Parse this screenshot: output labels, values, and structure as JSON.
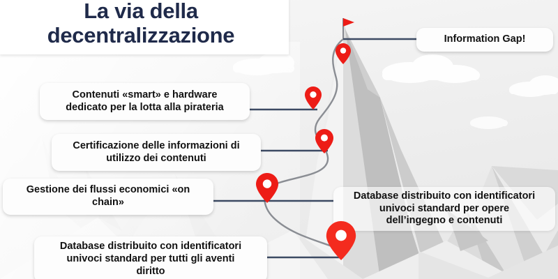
{
  "slide": {
    "title_line1": "La via della",
    "title_line2": "decentralizzazione",
    "accent_color": "#ED1C16",
    "title_color": "#1f2a4a",
    "connector_color": "#3c4a63",
    "background_color": "#f2f2f2"
  },
  "callouts": {
    "information_gap": "Information Gap!",
    "smart_content": {
      "line1": "Contenuti «smart» e hardware",
      "line2": "dedicato per la lotta alla pirateria"
    },
    "certification": {
      "line1": "Certificazione delle informazioni di",
      "line2": "utilizzo dei contenuti"
    },
    "economic_flows": {
      "line1": "Gestione dei flussi economici «on",
      "line2": "chain»"
    },
    "database_left": {
      "line1": "Database distribuito con identificatori",
      "line2": "univoci standard per tutti gli aventi",
      "line3": "diritto"
    },
    "database_right": {
      "line1": "Database distribuito con identificatori",
      "line2": "univoci standard per opere",
      "line3": "dell’ingegno e contenuti"
    }
  },
  "markers": [
    {
      "name": "summit-flag",
      "label": "summit flag"
    },
    {
      "name": "pin-information-gap",
      "label": "Information Gap milestone"
    },
    {
      "name": "pin-smart-content",
      "label": "Smart content milestone"
    },
    {
      "name": "pin-certification",
      "label": "Certification milestone"
    },
    {
      "name": "pin-economic-flows",
      "label": "Economic flows milestone"
    },
    {
      "name": "pin-database",
      "label": "Distributed database milestone"
    }
  ]
}
